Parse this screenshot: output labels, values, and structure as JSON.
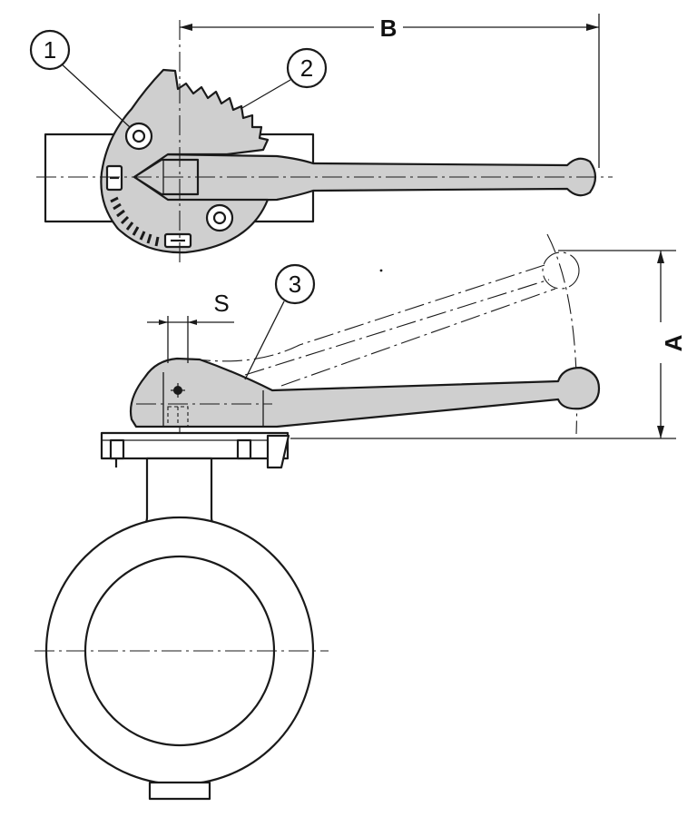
{
  "dimensions": {
    "width_label": "B",
    "height_label": "A",
    "stem_label": "S"
  },
  "callouts": [
    {
      "number": "1"
    },
    {
      "number": "2"
    },
    {
      "number": "3"
    }
  ],
  "colors": {
    "metal": "#cfcfcf",
    "line": "#1a1a1a",
    "background": "#ffffff"
  }
}
